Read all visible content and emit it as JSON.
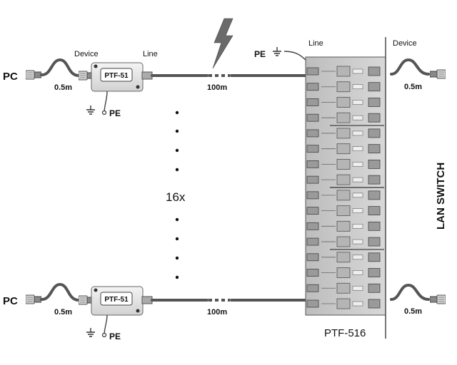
{
  "top_row": {
    "pc_label": "PC",
    "device_label": "Device",
    "line_label": "Line",
    "patch_length": "0.5m",
    "module_name": "PTF-51",
    "pe_label": "PE",
    "line_length": "100m"
  },
  "bottom_row": {
    "pc_label": "PC",
    "patch_length": "0.5m",
    "module_name": "PTF-51",
    "pe_label": "PE",
    "line_length": "100m"
  },
  "count_label": "16x",
  "panel": {
    "pe_label": "PE",
    "line_label": "Line",
    "device_label": "Device",
    "name": "PTF-516",
    "port_count": 16
  },
  "switch": {
    "label": "LAN SWITCH",
    "patch_length_top": "0.5m",
    "patch_length_bottom": "0.5m"
  },
  "colors": {
    "cable": "#555555",
    "panel": "#c8c8c8",
    "module": "#e6e6e6",
    "lightning": "#6a6a6a"
  }
}
